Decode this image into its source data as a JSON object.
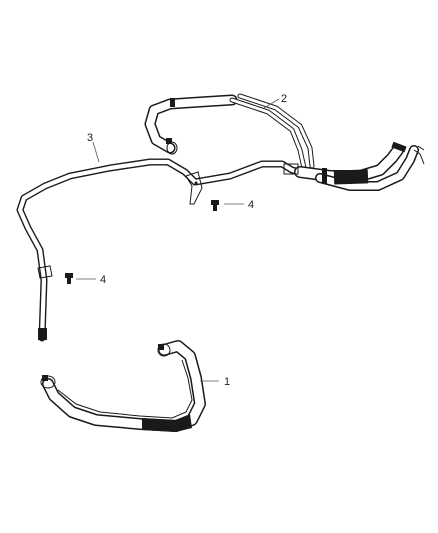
{
  "callouts": [
    {
      "label": "1"
    },
    {
      "label": "2"
    },
    {
      "label": "3"
    },
    {
      "label": "4"
    },
    {
      "label": "4"
    }
  ],
  "colors": {
    "line": "#1a1a1a",
    "background": "#ffffff"
  }
}
